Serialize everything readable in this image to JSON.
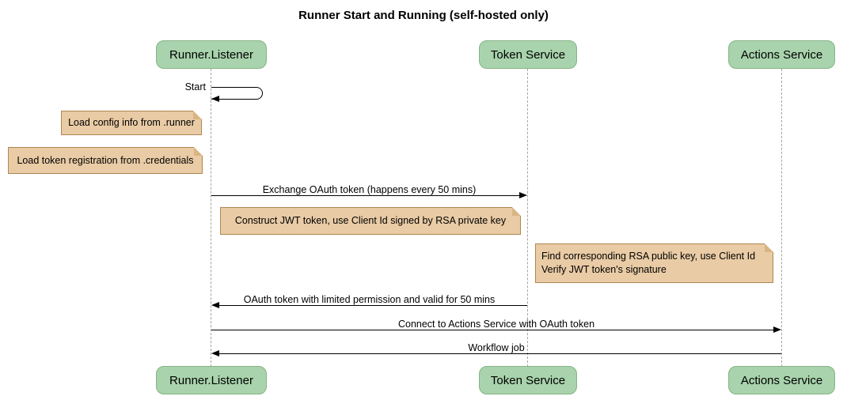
{
  "title": "Runner Start and Running (self-hosted only)",
  "colors": {
    "participant_fill": "#A8D3AC",
    "participant_border": "#86B386",
    "note_fill": "#E9CBA5",
    "note_border": "#AE8652",
    "lifeline": "#A3A3A3",
    "arrow": "#000000"
  },
  "participants": [
    {
      "label": "Runner.Listener"
    },
    {
      "label": "Token Service"
    },
    {
      "label": "Actions Service"
    }
  ],
  "messages": {
    "self_start": "Start",
    "exchange_oauth": "Exchange OAuth token (happens every 50 mins)",
    "oauth_return": "OAuth token with limited permission and valid for 50 mins",
    "connect_actions": "Connect to Actions Service with OAuth token",
    "workflow_job": "Workflow job"
  },
  "notes": {
    "load_config": "Load config info from .runner",
    "load_credentials": "Load token registration from .credentials",
    "construct_jwt": "Construct JWT token, use Client Id signed by RSA private key",
    "verify_jwt_line1": "Find corresponding RSA public key, use Client Id",
    "verify_jwt_line2": "Verify JWT token's signature"
  }
}
